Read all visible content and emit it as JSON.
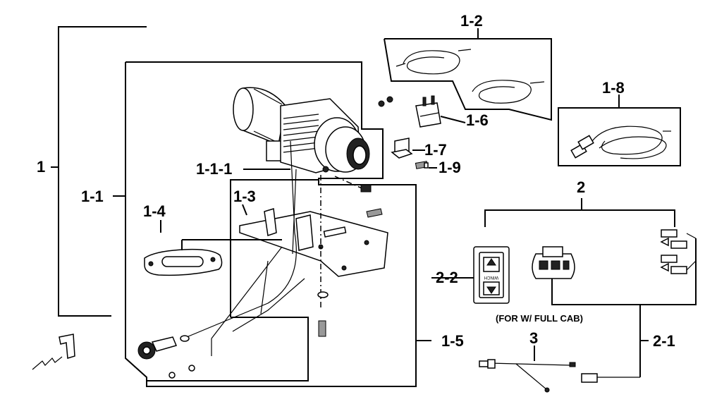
{
  "labels": {
    "l1": "1",
    "l1_1": "1-1",
    "l1_1_1": "1-1-1",
    "l1_2": "1-2",
    "l1_3": "1-3",
    "l1_4": "1-4",
    "l1_5": "1-5",
    "l1_6": "1-6",
    "l1_7": "1-7",
    "l1_8": "1-8",
    "l1_9": "1-9",
    "l2": "2",
    "l2_1": "2-1",
    "l2_2": "2-2",
    "l3": "3"
  },
  "note_full_cab": "(FOR W/ FULL CAB)",
  "switch_text": "WINCH"
}
